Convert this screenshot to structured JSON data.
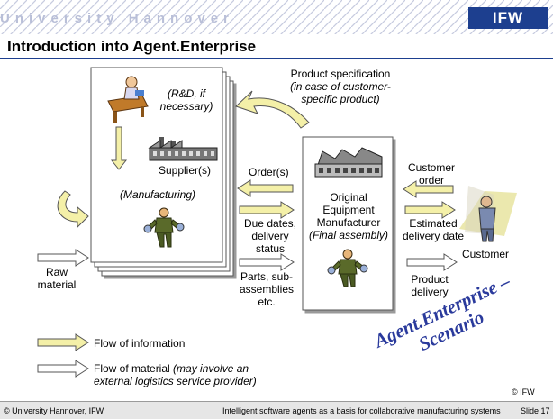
{
  "header": {
    "university": "University Hannover",
    "logo": "IFW",
    "title": "Introduction into Agent.Enterprise"
  },
  "diagram": {
    "product_spec_line1": "Product specification",
    "product_spec_line2": "(in case of customer-",
    "product_spec_line3": "specific product)",
    "rd_line1": "(R&D, if",
    "rd_line2": "necessary)",
    "suppliers": "Supplier(s)",
    "manufacturing": "(Manufacturing)",
    "orders": "Order(s)",
    "due_line1": "Due dates,",
    "due_line2": "delivery",
    "due_line3": "status",
    "parts_line1": "Parts, sub-",
    "parts_line2": "assemblies",
    "parts_line3": "etc.",
    "oem_line1": "Original",
    "oem_line2": "Equipment",
    "oem_line3": "Manufacturer",
    "oem_line4": "(Final assembly)",
    "customer_order_line1": "Customer",
    "customer_order_line2": "order",
    "estimated_line1": "Estimated",
    "estimated_line2": "delivery date",
    "customer": "Customer",
    "product_delivery_line1": "Product",
    "product_delivery_line2": "delivery",
    "raw_line1": "Raw",
    "raw_line2": "material"
  },
  "legend": {
    "info": "Flow of information",
    "material_prefix": "Flow of material ",
    "material_italic": "(may involve an",
    "material_line2": "external logistics service provider)"
  },
  "scenario": {
    "line1": "Agent.Enterprise –",
    "line2": "Scenario"
  },
  "copyright": "© IFW",
  "footer": {
    "left": "© University Hannover, IFW",
    "center": "Intelligent software agents as a basis for collaborative manufacturing systems",
    "slide": "Slide 17"
  },
  "colors": {
    "brand_blue": "#1d3f8f",
    "info_arrow": "#f4f0a8",
    "material_arrow": "#ffffff",
    "scenario_text": "#2a3a9c"
  }
}
